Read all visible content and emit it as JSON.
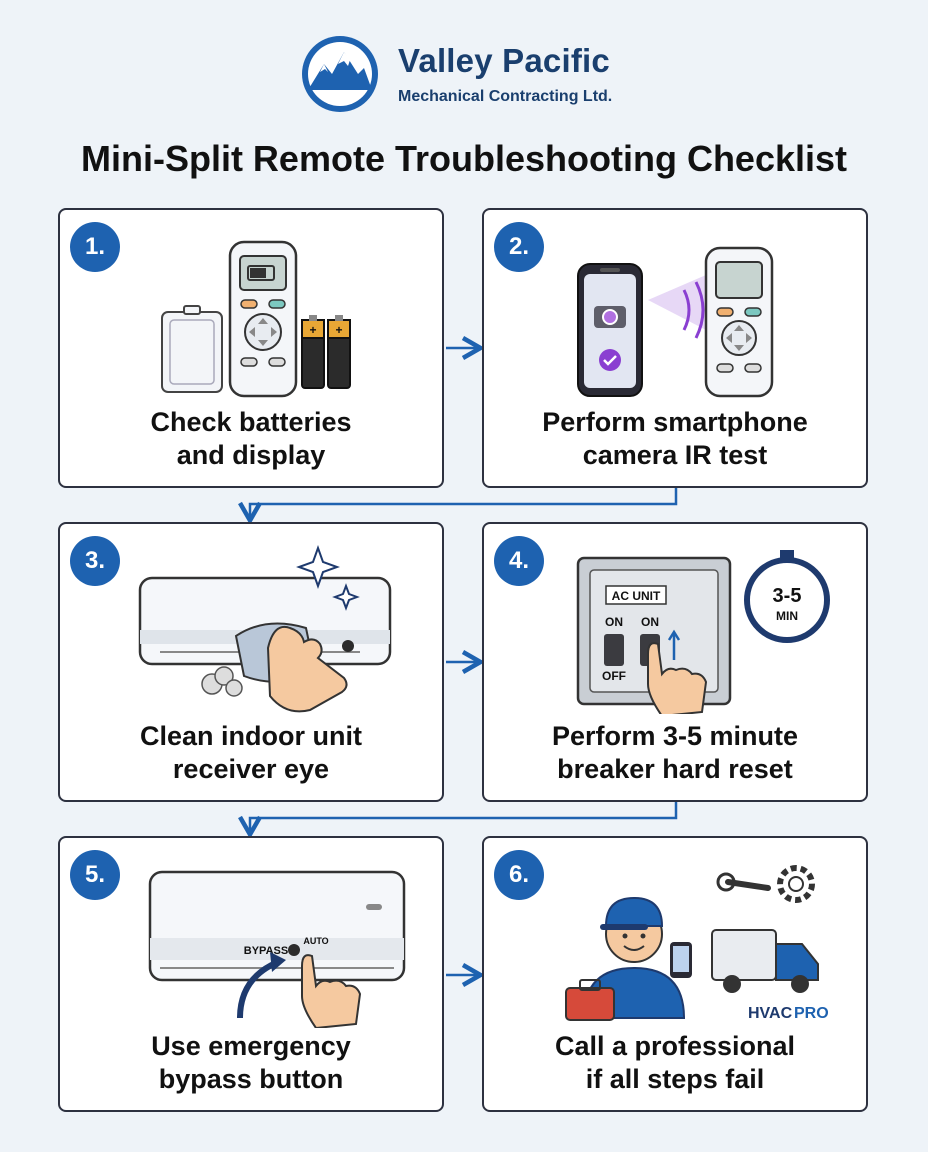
{
  "brand": {
    "name": "Valley Pacific",
    "subtitle": "Mechanical Contracting Ltd."
  },
  "title": "Mini-Split Remote Troubleshooting Checklist",
  "colors": {
    "accent": "#1e62b0",
    "border": "#2d3140",
    "background": "#eef3f8",
    "ir_purple": "#8a3fd1"
  },
  "steps": [
    {
      "number": "1.",
      "line1": "Check batteries",
      "line2": "and display",
      "icons": [
        "remote-icon",
        "battery-cover-icon",
        "battery-icon"
      ]
    },
    {
      "number": "2.",
      "line1": "Perform smartphone",
      "line2": "camera IR test",
      "icons": [
        "smartphone-icon",
        "camera-icon",
        "checkmark-icon",
        "ir-wave-icon",
        "remote-icon"
      ]
    },
    {
      "number": "3.",
      "line1": "Clean indoor unit",
      "line2": "receiver eye",
      "icons": [
        "ac-unit-icon",
        "cloth-icon",
        "hand-icon",
        "sparkle-icon",
        "dust-icon"
      ]
    },
    {
      "number": "4.",
      "line1": "Perform 3-5 minute",
      "line2": "breaker hard reset",
      "icons": [
        "breaker-panel-icon",
        "stopwatch-icon",
        "hand-icon"
      ],
      "panel_label": "AC UNIT",
      "switch_on": "ON",
      "switch_off": "OFF",
      "timer_value": "3-5",
      "timer_unit": "MIN"
    },
    {
      "number": "5.",
      "line1": "Use emergency",
      "line2": "bypass button",
      "icons": [
        "ac-unit-icon",
        "hand-icon",
        "curved-arrow-icon"
      ],
      "bypass_label": "BYPASS",
      "auto_label": "AUTO"
    },
    {
      "number": "6.",
      "line1": "Call a professional",
      "line2": "if all steps fail",
      "icons": [
        "technician-icon",
        "toolbox-icon",
        "truck-icon",
        "wrench-icon",
        "gear-icon"
      ],
      "pro_label_a": "HVAC",
      "pro_label_b": "PRO"
    }
  ]
}
